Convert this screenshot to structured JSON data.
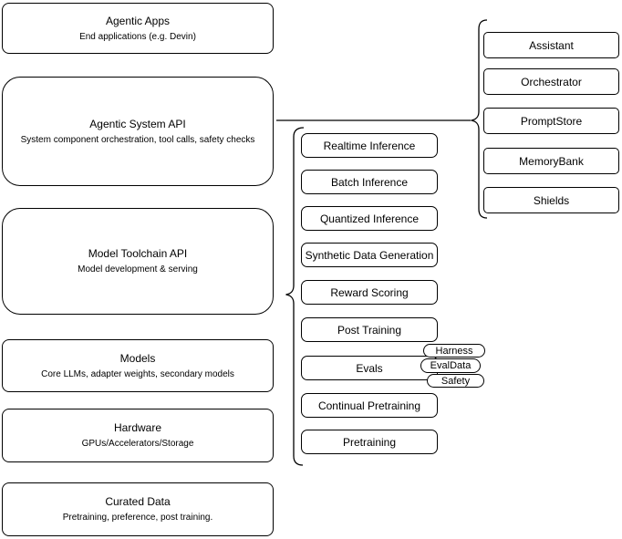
{
  "diagram": {
    "stack": [
      {
        "title": "Agentic Apps",
        "subtitle": "End applications (e.g. Devin)"
      },
      {
        "title": "Agentic System API",
        "subtitle": "System component orchestration, tool calls, safety checks"
      },
      {
        "title": "Model Toolchain API",
        "subtitle": "Model development & serving"
      },
      {
        "title": "Models",
        "subtitle": "Core LLMs, adapter weights, secondary models"
      },
      {
        "title": "Hardware",
        "subtitle": "GPUs/Accelerators/Storage"
      },
      {
        "title": "Curated Data",
        "subtitle": "Pretraining, preference, post training."
      }
    ],
    "toolchain_services": [
      "Realtime Inference",
      "Batch Inference",
      "Quantized Inference",
      "Synthetic Data Generation",
      "Reward Scoring",
      "Post Training",
      "Evals",
      "Continual Pretraining",
      "Pretraining"
    ],
    "agentic_components": [
      "Assistant",
      "Orchestrator",
      "PromptStore",
      "MemoryBank",
      "Shields"
    ],
    "eval_pills": [
      "Harness",
      "EvalData",
      "Safety"
    ],
    "colors": {
      "stroke": "#000000",
      "fill": "#ffffff",
      "text": "#000000",
      "background": "#ffffff"
    }
  }
}
